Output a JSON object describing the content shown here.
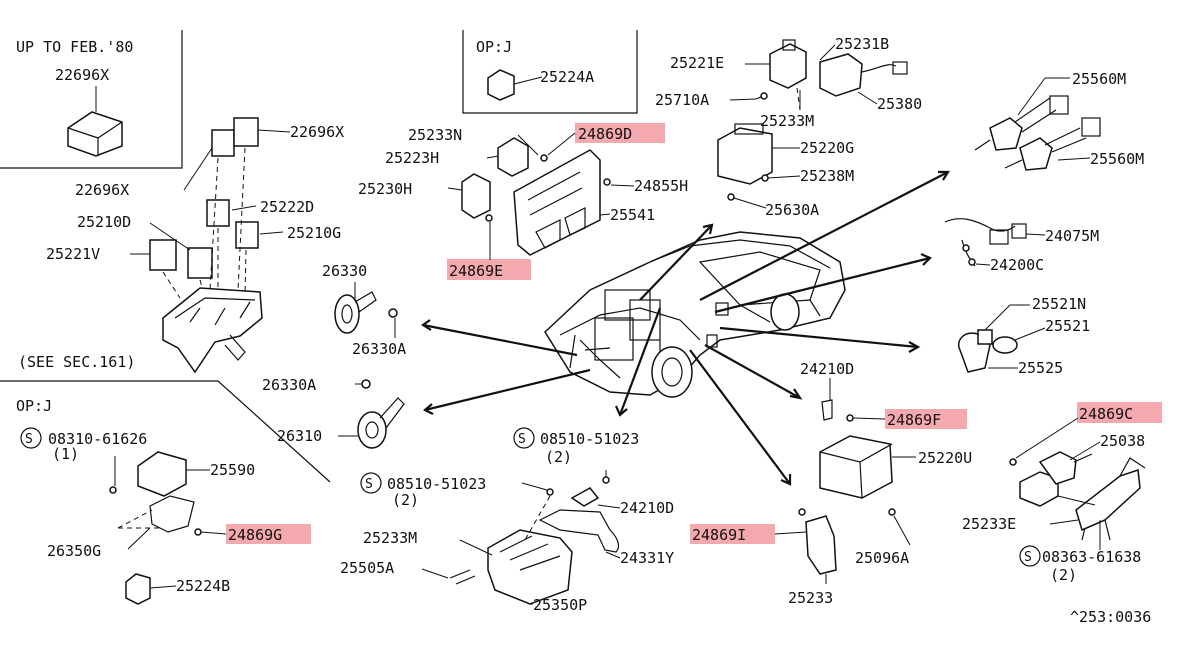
{
  "diagram": {
    "highlight_color": "#f3a9ad",
    "line_color": "#111111",
    "group_labels": {
      "up_to_feb80": "UP TO FEB.'80",
      "option_top": "OP:J",
      "option_left": "OP:J",
      "see_section": "(SEE SEC.161)"
    },
    "parts": {
      "p22696X_top": "22696X",
      "p22696X_a": "22696X",
      "p22696X_b": "22696X",
      "p25222D": "25222D",
      "p25210D": "25210D",
      "p25210G": "25210G",
      "p25221V": "25221V",
      "p25224A": "25224A",
      "p25221E": "25221E",
      "p25231B": "25231B",
      "p25710A": "25710A",
      "p25380": "25380",
      "p25233M_top": "25233M",
      "p25233N": "25233N",
      "p24869D": "24869D",
      "p25223H": "25223H",
      "p25230H": "25230H",
      "p24855H": "24855H",
      "p25541": "25541",
      "p24869E": "24869E",
      "p25220G": "25220G",
      "p25238M": "25238M",
      "p25630A": "25630A",
      "p25560M_a": "25560M",
      "p25560M_b": "25560M",
      "p24075M": "24075M",
      "p24200C": "24200C",
      "p25521N": "25521N",
      "p25521": "25521",
      "p25525": "25525",
      "p26330": "26330",
      "p26330A_a": "26330A",
      "p26330A_b": "26330A",
      "p26310": "26310",
      "p08310": "08310-61626",
      "p08310_qty": "(1)",
      "p25590": "25590",
      "p26350G": "26350G",
      "p24869G": "24869G",
      "p25224B": "25224B",
      "p08510_a": "08510-51023",
      "p08510_a_qty": "(2)",
      "p08510_b": "08510-51023",
      "p08510_b_qty": "(2)",
      "p24210D_a": "24210D",
      "p25233M_bot": "25233M",
      "p24331Y": "24331Y",
      "p25505A": "25505A",
      "p25350P": "25350P",
      "p24210D_b": "24210D",
      "p24869F": "24869F",
      "p25220U": "25220U",
      "p24869I": "24869I",
      "p25096A": "25096A",
      "p25233": "25233",
      "p24869C": "24869C",
      "p25038": "25038",
      "p25233E": "25233E",
      "p08363": "08363-61638",
      "p08363_qty": "(2)",
      "figure_code": "^253:0036"
    }
  }
}
